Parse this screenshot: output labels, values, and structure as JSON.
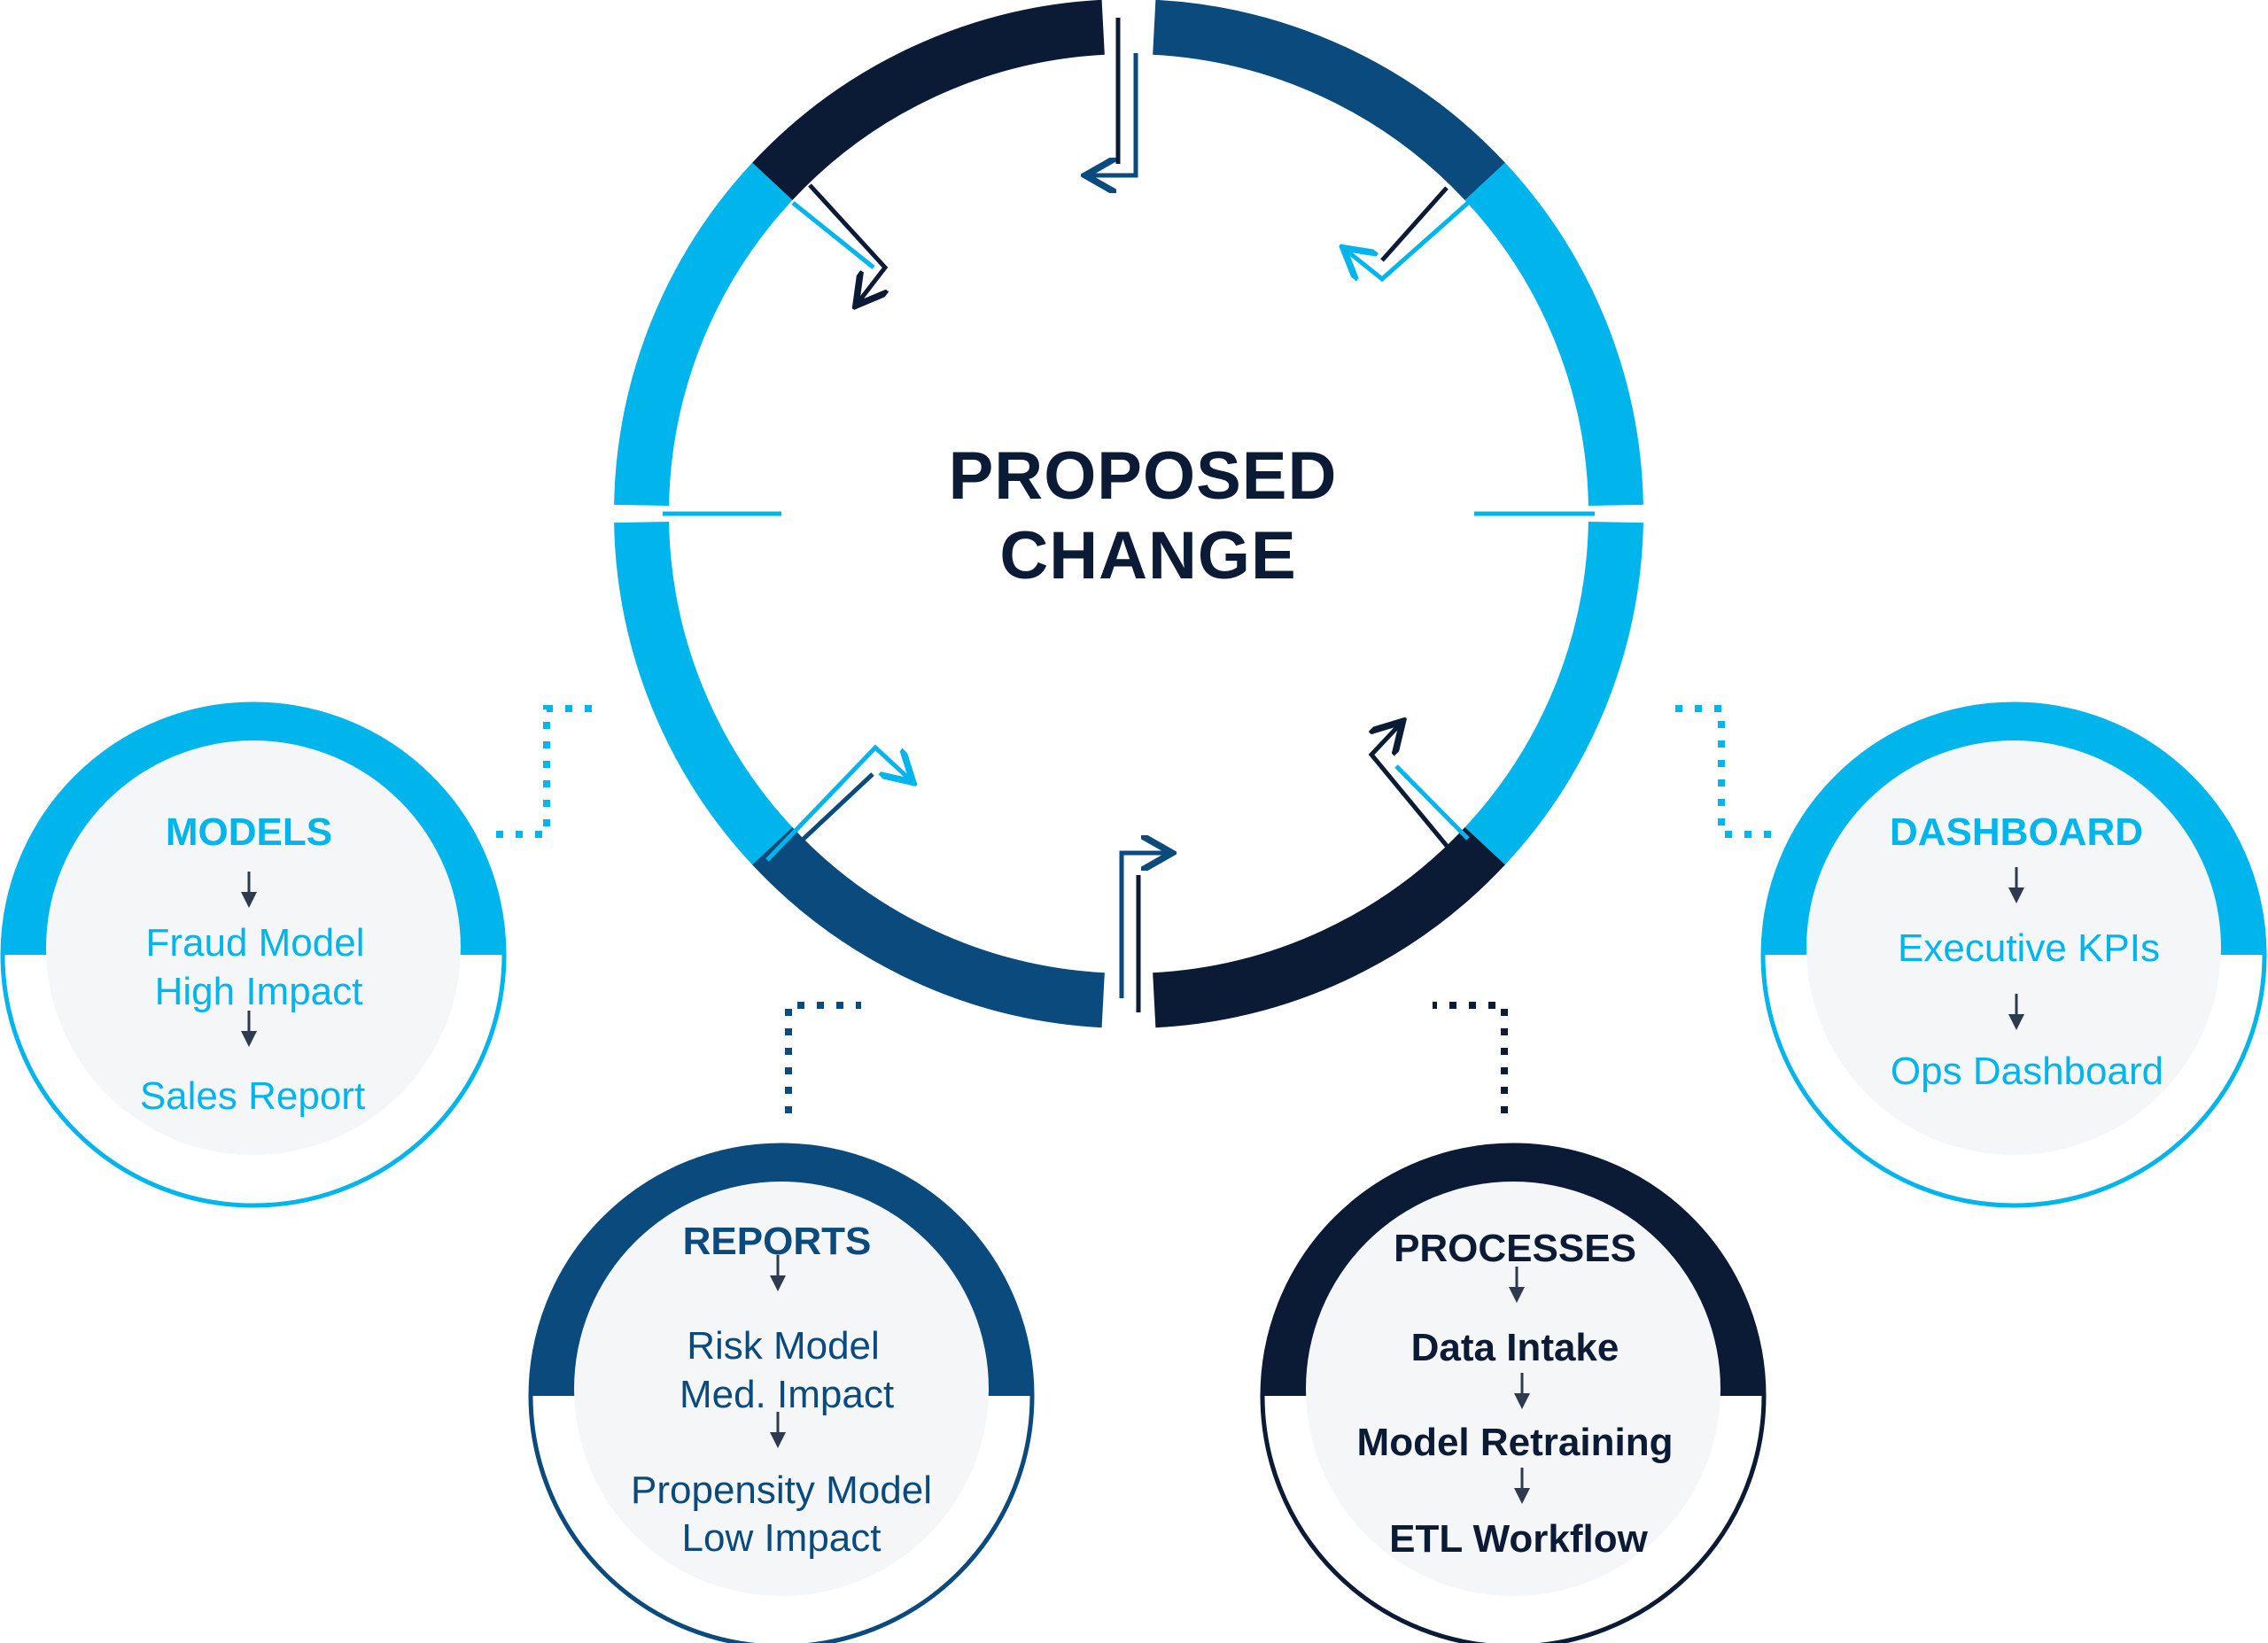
{
  "center": {
    "line1": "PROPOSED",
    "line2": "CHANGE"
  },
  "colors": {
    "light": "#00b4ec",
    "mid": "#0a4a7c",
    "dark": "#0b1a35",
    "fill": "#f4f6f7",
    "arrow": "#2e3a4e"
  },
  "models": {
    "title": "MODELS",
    "items": [
      "Fraud Model",
      "High Impact",
      "Sales Report"
    ]
  },
  "reports": {
    "title": "REPORTS",
    "items": [
      "Risk Model",
      "Med. Impact",
      "Propensity Model",
      "Low Impact"
    ]
  },
  "processes": {
    "title": "PROCESSES",
    "items": [
      "Data Intake",
      "Model Retraining",
      "ETL Workflow"
    ]
  },
  "dashboard": {
    "title": "DASHBOARD",
    "items": [
      "Executive KPIs",
      "Ops Dashboard"
    ]
  }
}
